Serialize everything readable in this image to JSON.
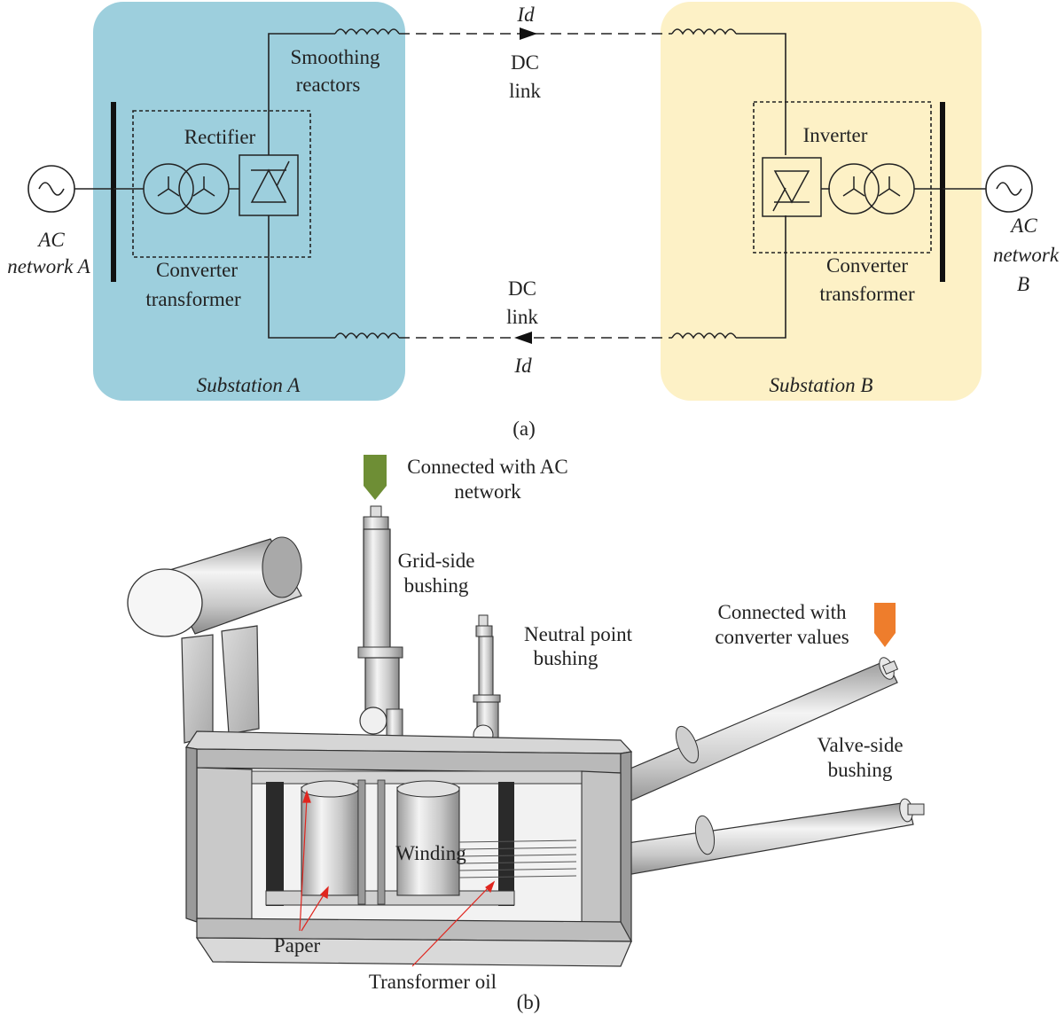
{
  "panel_a": {
    "substation_a": {
      "label": "Substation A",
      "fill": "#9dcfdd",
      "label_color": "#3f8fa6"
    },
    "substation_b": {
      "label": "Substation B",
      "fill": "#fdf1c6",
      "label_color": "#c39a45"
    },
    "ac_network_a": [
      "AC",
      "network A"
    ],
    "ac_network_b": [
      "AC",
      "network",
      "B"
    ],
    "smoothing_reactors": [
      "Smoothing",
      "reactors"
    ],
    "rectifier": "Rectifier",
    "inverter": "Inverter",
    "converter_transformer_a": [
      "Converter",
      "transformer"
    ],
    "converter_transformer_b": [
      "Converter",
      "transformer"
    ],
    "dc_link_top": [
      "DC",
      "link"
    ],
    "dc_link_bottom": [
      "DC",
      "link"
    ],
    "current_top": "Id",
    "current_bottom": "Id",
    "caption": "(a)"
  },
  "panel_b": {
    "ac_connection": [
      "Connected with AC",
      "network"
    ],
    "ac_connection_color": "#7aa43a",
    "ac_arrow_color": "#6e8e35",
    "grid_side_bushing": [
      "Grid-side",
      "bushing"
    ],
    "neutral_point_bushing": [
      "Neutral point",
      "bushing"
    ],
    "valve_connection": [
      "Connected with",
      "converter values"
    ],
    "valve_connection_color": "#ee7d2c",
    "valve_side_bushing": [
      "Valve-side",
      "bushing"
    ],
    "winding": "Winding",
    "paper": "Paper",
    "transformer_oil": "Transformer oil",
    "annotation_color": "#e0261f",
    "caption": "(b)"
  }
}
